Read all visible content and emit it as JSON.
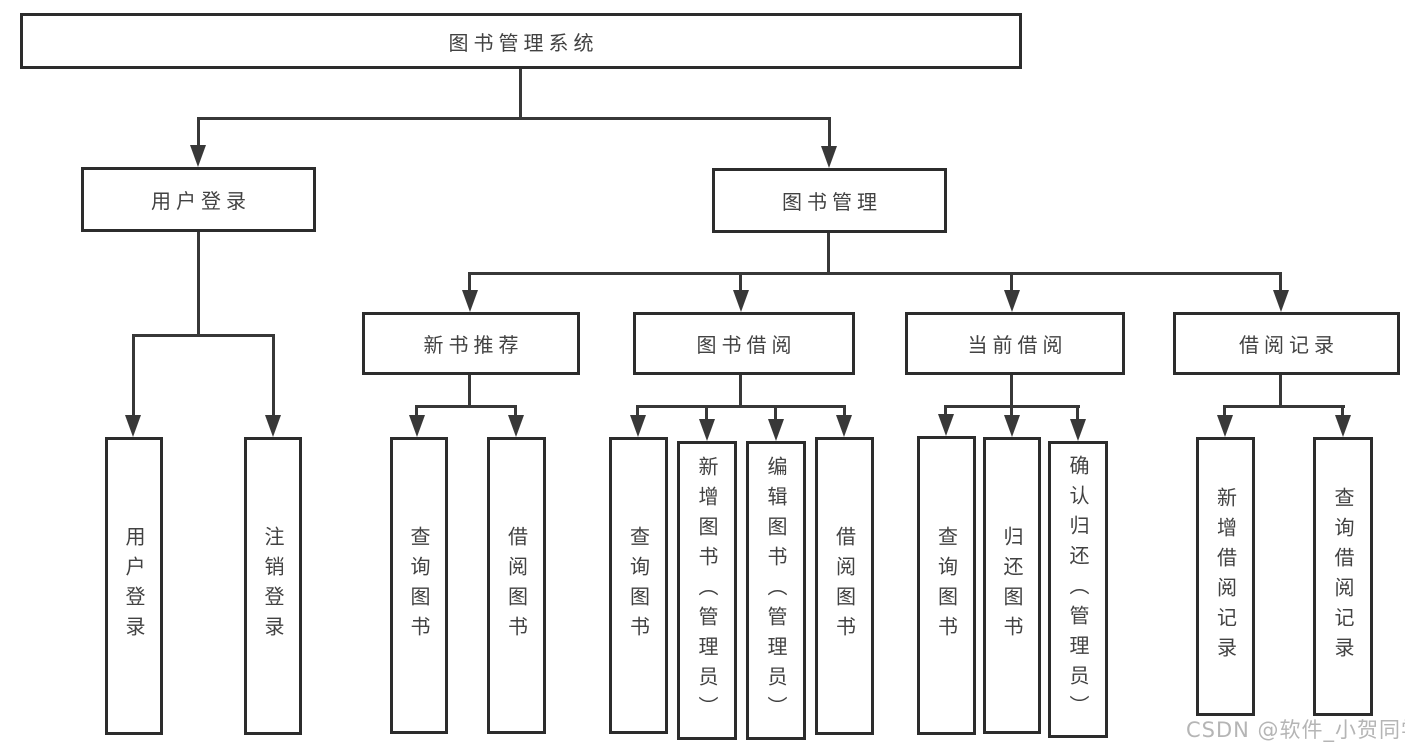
{
  "title": "图书管理系统",
  "watermark": {
    "text": "CSDN @软件_小贺同学"
  },
  "colors": {
    "page_bg": "#ffffff",
    "box_border": "#2c2c2c",
    "connector": "#383838",
    "text_color": "#424242",
    "watermark_color": "#b5b5b5"
  },
  "diagram": {
    "type": "hierarchy-tree",
    "root": {
      "label": "图书管理系统"
    },
    "branches": [
      {
        "label": "用户登录",
        "children": [
          {
            "label": "用户登录"
          },
          {
            "label": "注销登录"
          }
        ]
      },
      {
        "label": "图书管理",
        "children": [
          {
            "label": "新书推荐",
            "children": [
              {
                "label": "查询图书"
              },
              {
                "label": "借阅图书"
              }
            ]
          },
          {
            "label": "图书借阅",
            "children": [
              {
                "label": "查询图书"
              },
              {
                "label": "新增图书（管理员）"
              },
              {
                "label": "编辑图书（管理员）"
              },
              {
                "label": "借阅图书"
              }
            ]
          },
          {
            "label": "当前借阅",
            "children": [
              {
                "label": "查询图书"
              },
              {
                "label": "归还图书"
              },
              {
                "label": "确认归还（管理员）"
              }
            ]
          },
          {
            "label": "借阅记录",
            "children": [
              {
                "label": "新增借阅记录"
              },
              {
                "label": "查询借阅记录"
              }
            ]
          }
        ]
      }
    ]
  }
}
